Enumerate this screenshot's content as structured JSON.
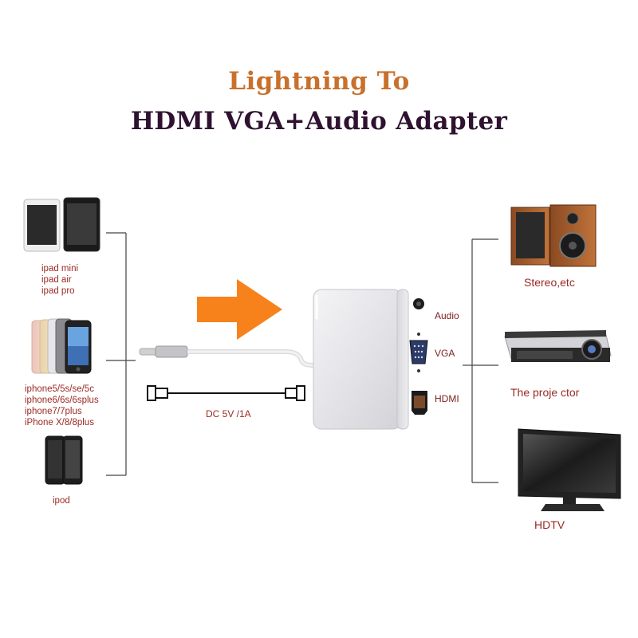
{
  "title": {
    "line1": "Lightning To",
    "line2": "HDMI VGA+Audio Adapter"
  },
  "left_devices": [
    {
      "lines": [
        "ipad mini",
        "ipad air",
        "ipad pro"
      ]
    },
    {
      "lines": [
        "iphone5/5s/se/5c",
        "iphone6/6s/6splus",
        "iphone7/7plus",
        "iPhone X/8/8plus"
      ]
    },
    {
      "lines": [
        "ipod"
      ]
    }
  ],
  "power_label": "DC 5V /1A",
  "ports": {
    "audio": "Audio",
    "vga": "VGA",
    "hdmi": "HDMI"
  },
  "right_devices": {
    "stereo": "Stereo,etc",
    "projector": "The proje ctor",
    "hdtv": "HDTV"
  },
  "colors": {
    "title_orange": "#c8702c",
    "title_dark": "#2e1230",
    "label": "#9a2a24",
    "arrow": "#f7821b"
  }
}
